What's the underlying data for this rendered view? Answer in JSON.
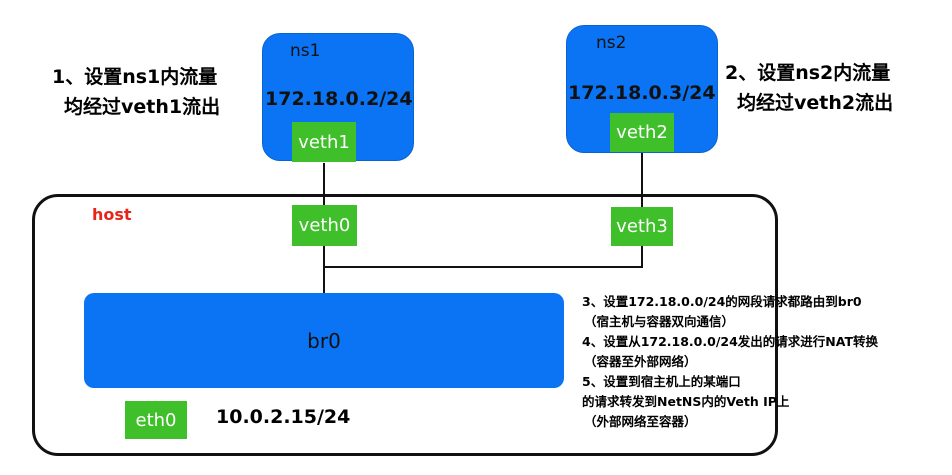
{
  "ns1": {
    "title": "ns1",
    "ip": "172.18.0.2/24",
    "veth": "veth1"
  },
  "ns2": {
    "title": "ns2",
    "ip": "172.18.0.3/24",
    "veth": "veth2"
  },
  "host": {
    "label": "host",
    "veth0": "veth0",
    "veth3": "veth3",
    "bridge": "br0",
    "eth": "eth0",
    "eth_ip": "10.0.2.15/24"
  },
  "notes": {
    "ns1_note": [
      "1、设置ns1内流量",
      "均经过veth1流出"
    ],
    "ns2_note": [
      "2、设置ns2内流量",
      "均经过veth2流出"
    ],
    "host_notes": [
      "3、设置172.18.0.0/24的网段请求都路由到br0",
      "（宿主机与容器双向通信）",
      "4、设置从172.18.0.0/24发出的请求进行NAT转换",
      "（容器至外部网络）",
      "5、设置到宿主机上的某端口",
      "的请求转发到NetNS内的Veth IP上",
      "（外部网络至容器）"
    ]
  },
  "colors": {
    "namespace_blue": "#0a74f5",
    "veth_green": "#3fbf2a",
    "host_label_red": "#e8241a"
  }
}
